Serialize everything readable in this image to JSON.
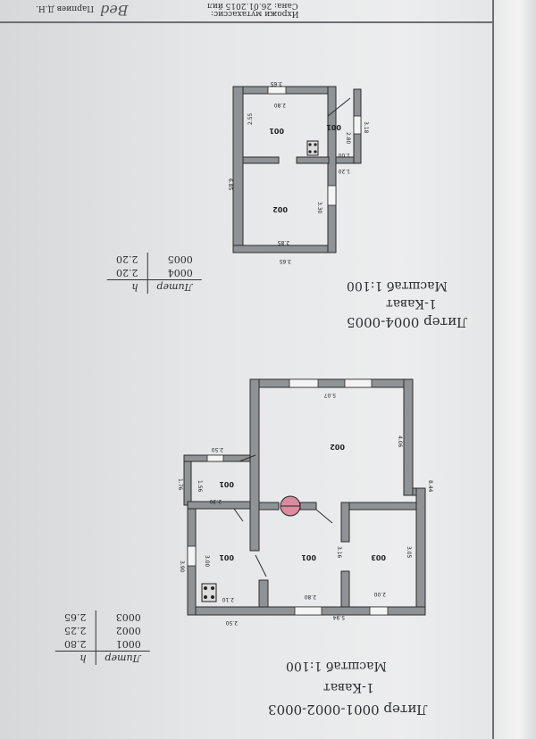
{
  "header": {
    "expert_label": "Ихрожи мутахассис:",
    "expert_name": "Парпиев Д.Н.",
    "date": "Сана: 26.01.2015 йил",
    "signature_text": "Bed"
  },
  "plan_a": {
    "title": "Литер 0001-0002-0003",
    "floor": "1-Кават",
    "scale": "Масштаб 1:100",
    "table": {
      "col_liter": "Литер",
      "col_h": "h",
      "rows": [
        {
          "liter": "0001",
          "h": "2.80"
        },
        {
          "liter": "0002",
          "h": "2.25"
        },
        {
          "liter": "0003",
          "h": "2.65"
        }
      ]
    },
    "rooms": {
      "r002": "002",
      "r001a": "001",
      "r001b": "001",
      "r001c": "001",
      "r003": "003"
    },
    "dims": {
      "d507": "5.07",
      "d406": "4.06",
      "d844": "8.44",
      "d305": "3.05",
      "d316": "3.16",
      "d200": "2.00",
      "d280": "2.80",
      "d210": "2.10",
      "d300": "3.00",
      "d390": "3.90",
      "d230": "2.30",
      "d156": "1.56",
      "d176": "1.76",
      "d250a": "2.50",
      "d250b": "2.50",
      "d594": "5.94"
    }
  },
  "plan_b": {
    "title": "Литер 0004-0005",
    "floor": "1-Кават",
    "scale": "Масштаб 1:100",
    "table": {
      "col_liter": "Литер",
      "col_h": "h",
      "rows": [
        {
          "liter": "0004",
          "h": "2.20"
        },
        {
          "liter": "0005",
          "h": "2.20"
        }
      ]
    },
    "rooms": {
      "r002": "002",
      "r001": "001",
      "r001s": "001"
    },
    "dims": {
      "d365t": "3.65",
      "d280": "2.80",
      "d255": "2.55",
      "d685": "6.85",
      "d330": "3.30",
      "d285": "2.85",
      "d365b": "3.65",
      "d280s": "2.80",
      "d318": "3.18",
      "d100": "1.00",
      "d120": "1.20"
    }
  }
}
